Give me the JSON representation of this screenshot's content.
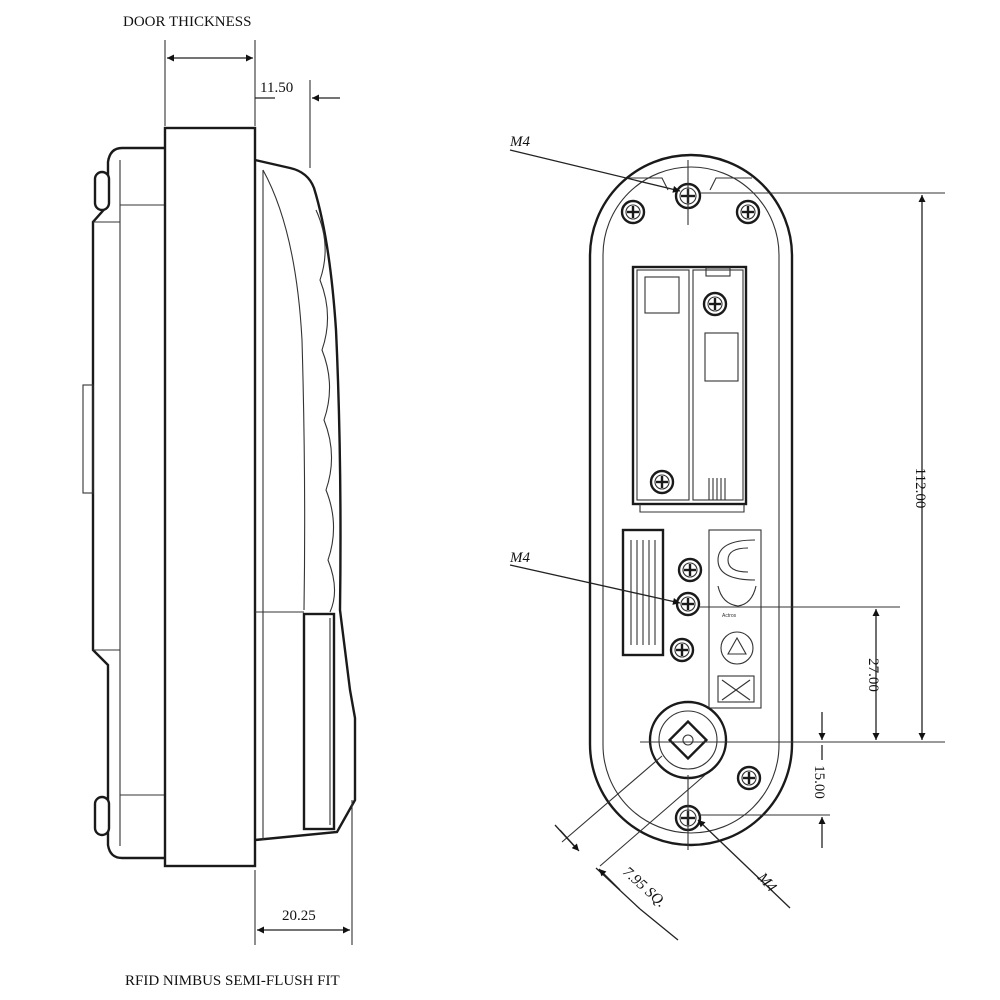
{
  "labels": {
    "title": "RFID NIMBUS SEMI-FLUSH FIT",
    "door_thickness": "DOOR THICKNESS"
  },
  "dimensions": {
    "d_11_50": "11.50",
    "d_20_25": "20.25",
    "d_112_00": "112.00",
    "d_27_00": "27.00",
    "d_15_00": "15.00",
    "d_7_95_sq": "7.95 SQ."
  },
  "callouts": {
    "m4_top": "M4",
    "m4_middle": "M4",
    "m4_bottom": "M4"
  }
}
